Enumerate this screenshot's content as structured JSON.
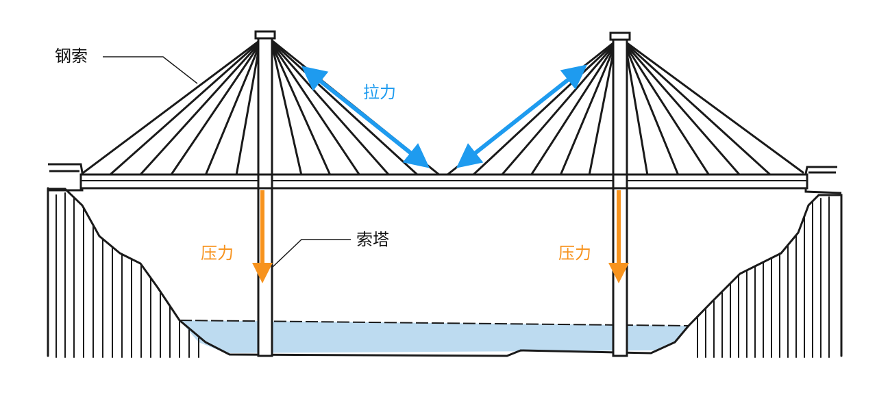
{
  "labels": {
    "cable": "钢索",
    "tower": "索塔",
    "tension": "拉力",
    "compression_left": "压力",
    "compression_right": "压力"
  },
  "colors": {
    "tension_arrow": "#1E9BEF",
    "compression_arrow": "#F7931E",
    "water": "#BDDBF0",
    "ink": "#1A1A1A"
  }
}
